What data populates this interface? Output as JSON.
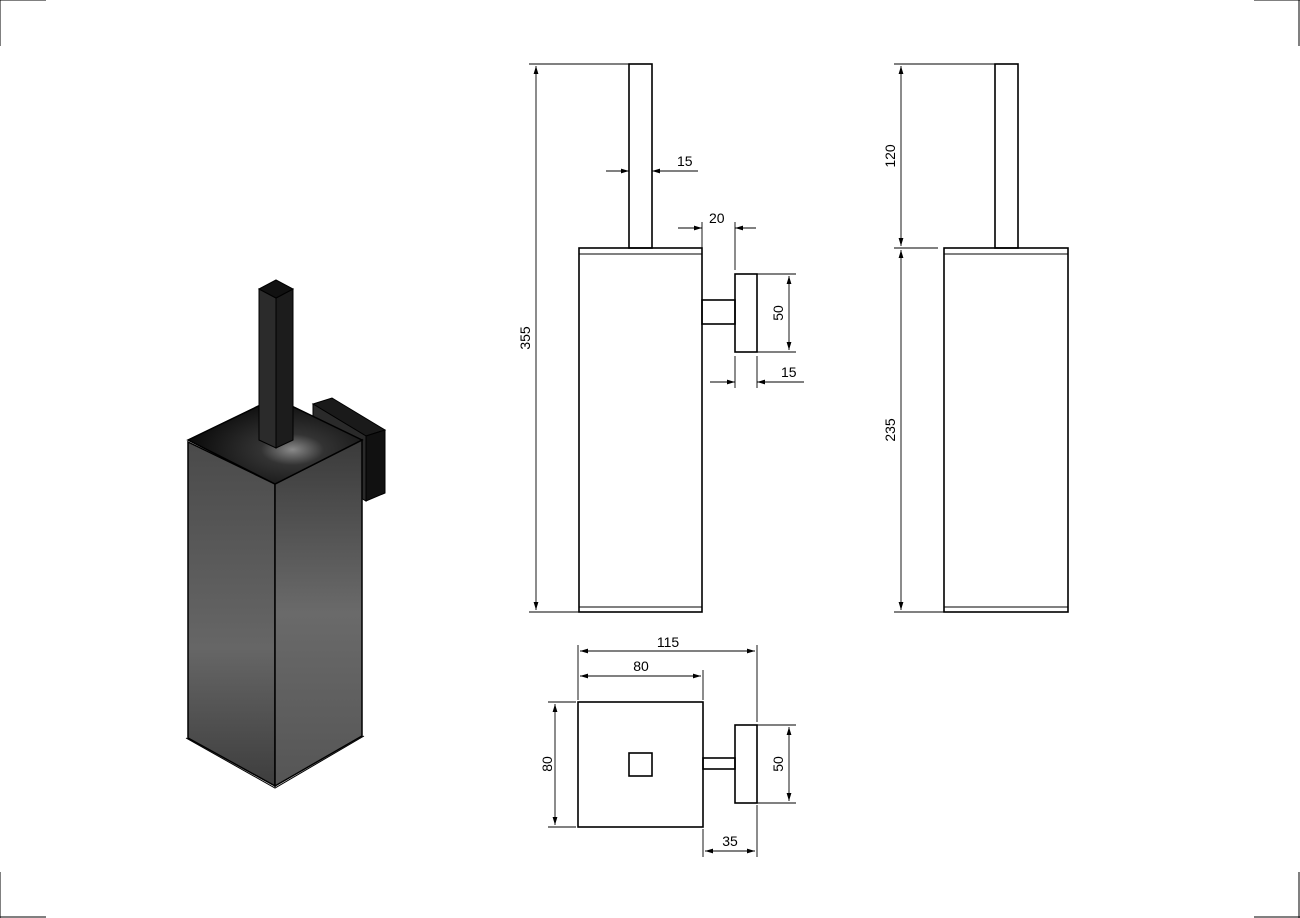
{
  "dimensions": {
    "total_height": "355",
    "handle_width": "20",
    "handle_thickness": "15",
    "holder_top_thickness": "15",
    "bracket_height": "50",
    "top_offset": "120",
    "body_height": "235",
    "total_depth": "115",
    "body_width": "80",
    "body_depth": "80",
    "bracket_height_plan": "50",
    "bracket_projection": "35"
  }
}
